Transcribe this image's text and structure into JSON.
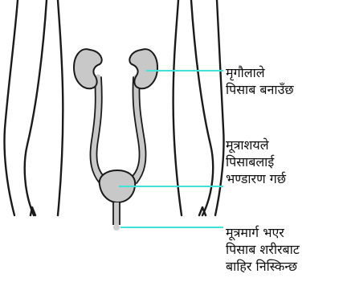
{
  "labels": {
    "kidneys": {
      "line1": "मृगौलाले",
      "line2": "पिसाब बनाउँछ"
    },
    "bladder": {
      "line1": "मूत्राशयले",
      "line2": "पिसाबलाई",
      "line3": "भण्डारण गर्छ"
    },
    "urethra": {
      "line1": "मूत्रमार्ग भएर",
      "line2": "पिसाब शरीरबाट",
      "line3": "बाहिर निस्किन्छ"
    }
  },
  "colors": {
    "pointer_line": "#3fe3d9",
    "organ_fill": "#c8c8c8",
    "outline": "#1a1a1a"
  }
}
